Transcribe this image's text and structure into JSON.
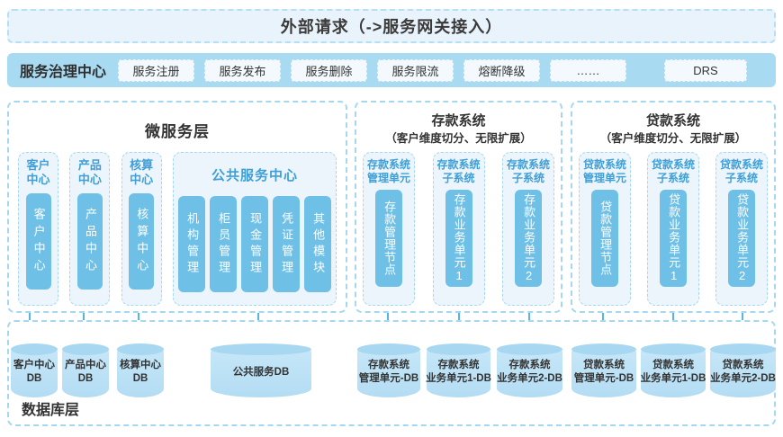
{
  "banner": {
    "title": "外部请求（->服务网关接入）"
  },
  "governance": {
    "label": "服务治理中心",
    "buttons": [
      "服务注册",
      "服务发布",
      "服务删除",
      "服务限流",
      "熔断降级",
      "……"
    ],
    "drs": "DRS"
  },
  "micro_panel": {
    "title": "微服务层",
    "centers": [
      {
        "header": "客户中心",
        "unit": "客户中心"
      },
      {
        "header": "产品中心",
        "unit": "产品中心"
      },
      {
        "header": "核算中心",
        "unit": "核算中心"
      }
    ],
    "public": {
      "title": "公共服务中心",
      "modules": [
        "机构管理",
        "柜员管理",
        "现金管理",
        "凭证管理",
        "其他模块"
      ]
    }
  },
  "deposit_panel": {
    "title": "存款系统",
    "subtitle": "（客户维度切分、无限扩展）",
    "units": [
      {
        "header": "存款系统管理单元",
        "unit": "存款管理节点"
      },
      {
        "header": "存款系统子系统",
        "unit": "存款业务单元1"
      },
      {
        "header": "存款系统子系统",
        "unit": "存款业务单元2"
      }
    ]
  },
  "loan_panel": {
    "title": "贷款系统",
    "subtitle": "（客户维度切分、无限扩展）",
    "units": [
      {
        "header": "贷款系统管理单元",
        "unit": "贷款管理节点"
      },
      {
        "header": "贷款系统子系统",
        "unit": "贷款业务单元1"
      },
      {
        "header": "贷款系统子系统",
        "unit": "贷款业务单元2"
      }
    ]
  },
  "database_layer": {
    "label": "数据库层",
    "cylinders": [
      "客户中心\nDB",
      "产品中心\nDB",
      "核算中心\nDB",
      "公共服务DB",
      "存款系统\n管理单元-DB",
      "存款系统\n业务单元1-DB",
      "存款系统\n业务单元2-DB",
      "贷款系统\n管理单元-DB",
      "贷款系统\n业务单元1-DB",
      "贷款系统\n业务单元2-DB"
    ]
  },
  "colors": {
    "solid_box_blue": "#6fc0e6",
    "governance_bar_blue": "#a8dbf1",
    "header_text_blue": "#3f9fd8",
    "cylinder_fill": "#b7dff4",
    "cylinder_top": "#a7d7f1",
    "arrow_blue": "#54b5e8",
    "panel_border_blue": "#a5d8f0",
    "light_panel_bg": "#ecf5fb",
    "banner_bg": "#e9f3fb",
    "dark_text": "#333333"
  }
}
